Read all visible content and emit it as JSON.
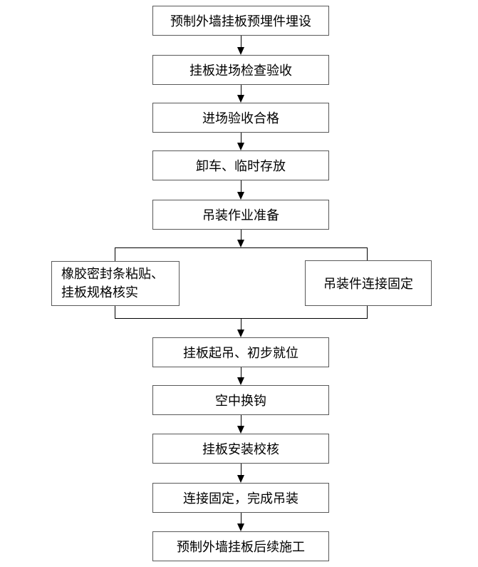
{
  "flow": {
    "steps": [
      "预制外墙挂板预埋件埋设",
      "挂板进场检查验收",
      "进场验收合格",
      "卸车、临时存放",
      "吊装作业准备",
      "挂板起吊、初步就位",
      "空中换钩",
      "挂板安装校核",
      "连接固定，完成吊装",
      "预制外墙挂板后续施工"
    ],
    "branch": {
      "left_line1": "橡胶密封条粘贴、",
      "left_line2": "挂板规格核实",
      "right": "吊装件连接固定"
    },
    "colors": {
      "box_border": "#595959",
      "connector": "#000000",
      "text": "#000000",
      "background": "#ffffff"
    }
  }
}
